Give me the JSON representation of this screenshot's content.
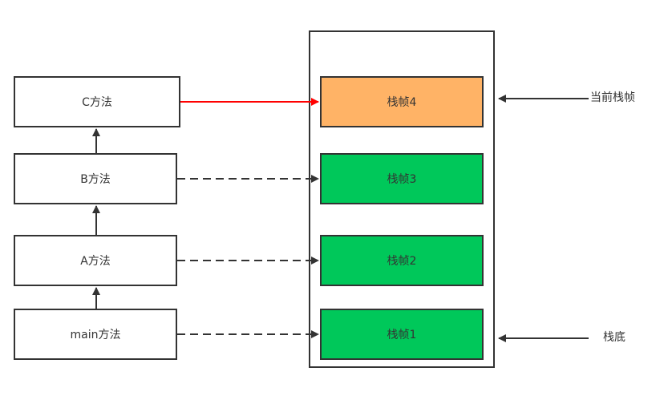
{
  "methods": {
    "c": "C方法",
    "b": "B方法",
    "a": "A方法",
    "main": "main方法"
  },
  "frames": {
    "f4": "栈帧4",
    "f3": "栈帧3",
    "f2": "栈帧2",
    "f1": "栈帧1"
  },
  "labels": {
    "current_frame": "当前栈帧",
    "stack_bottom": "栈底"
  },
  "colors": {
    "current_frame_fill": "#FFB366",
    "frame_fill": "#00C85A",
    "active_link": "#FF0000",
    "line": "#333333"
  }
}
